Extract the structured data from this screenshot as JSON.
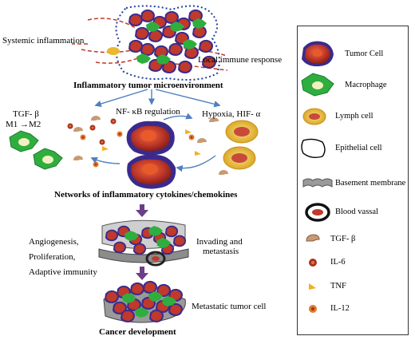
{
  "labels": {
    "systemic": "Systemic  inflammation",
    "local": "Local immune response",
    "microenv": "Inflammatory tumor microenvironment",
    "tgf_line1": "TGF- β",
    "tgf_line2": "M1 →M2",
    "nfkb": "NF- κB regulation",
    "hypoxia": "Hypoxia, HIF- α",
    "networks": "Networks of inflammatory cytokines/chemokines",
    "angio": "Angiogenesis,",
    "prolif": "Proliferation,",
    "adaptive": "Adaptive immunity",
    "invading1": "Invading and",
    "invading2": "metastasis",
    "metastatic": "Metastatic tumor  cell",
    "cancer": "Cancer development"
  },
  "legend": [
    {
      "icon": "tumor-cell",
      "label": "Tumor Cell"
    },
    {
      "icon": "macrophage",
      "label": "Macrophage"
    },
    {
      "icon": "lymph-cell",
      "label": "Lymph cell"
    },
    {
      "icon": "epithelial-cell",
      "label": "Epithelial cell"
    },
    {
      "icon": "basement-membrane",
      "label": "Basement membrane"
    },
    {
      "icon": "blood-vessel",
      "label": "Blood vassal"
    },
    {
      "icon": "tgf-beta",
      "label": "TGF- β"
    },
    {
      "icon": "il-6",
      "label": "IL-6"
    },
    {
      "icon": "tnf",
      "label": "TNF"
    },
    {
      "icon": "il-12",
      "label": "IL-12"
    }
  ],
  "colors": {
    "tumor": "#c0392b",
    "tumor_dark": "#3a2a8c",
    "macrophage": "#2fae3f",
    "lymph_outer": "#e8b830",
    "lymph_inner": "#c94a3a",
    "arrow_blue": "#4f7fbf",
    "arrow_purple": "#6a3f86",
    "dotted": "#1f3f9f",
    "dashed": "#c0392b",
    "tnf": "#f2b01e",
    "il6": "#a83224",
    "il12": "#e07a2a",
    "tgf": "#c69a74"
  }
}
